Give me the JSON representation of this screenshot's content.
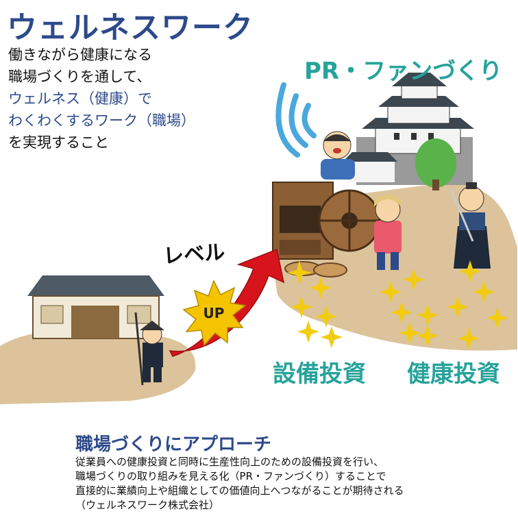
{
  "title": "ウェルネスワーク",
  "intro": {
    "line1": "働きながら健康になる",
    "line2": "職場づくりを通して、",
    "line3": "ウェルネス（健康）で",
    "line4": "わくわくするワーク（職場）",
    "line5": "を実現すること"
  },
  "pr_label": "PR・ファンづくり",
  "level_label": "レベル",
  "up_label": "UP",
  "investment": {
    "equipment": "設備投資",
    "health": "健康投資"
  },
  "approach": {
    "title": "職場づくりにアプローチ",
    "line1": "従業員への健康投資と同時に生産性向上のための設備投資を行い、",
    "line2": "職場づくりの取り組みを見える化（PR・ファンづくり）することで",
    "line3": "直接的に業績向上や組織としての価値向上へつながることが期待される",
    "credit": "（ウェルネスワーク株式会社）"
  },
  "colors": {
    "title_blue": "#2d4a8a",
    "teal": "#26a39a",
    "ground": "#dcc39b",
    "arrow_red": "#d7141b",
    "up_burst": "#f5c400",
    "sparkle": "#f2cc10"
  }
}
